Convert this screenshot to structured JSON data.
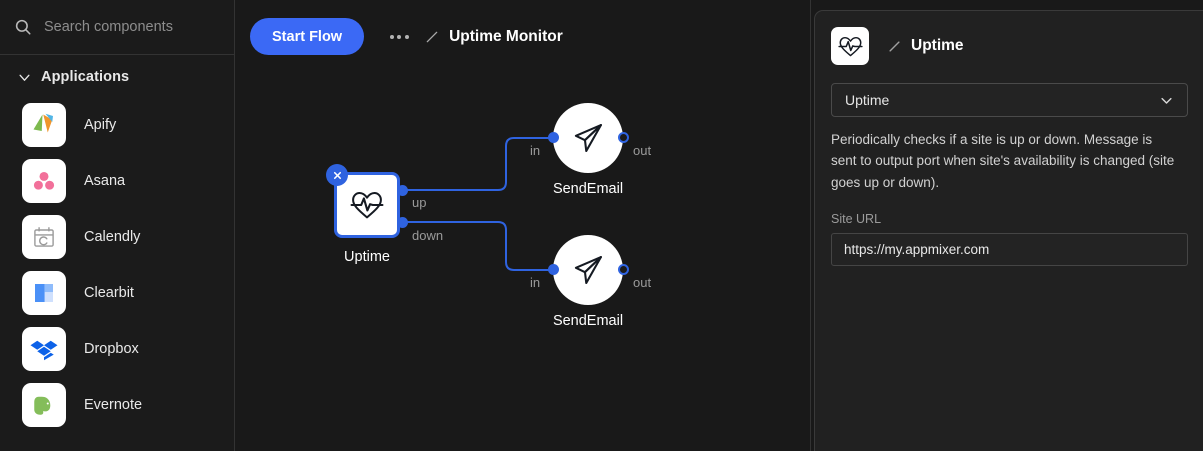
{
  "sidebar": {
    "search": {
      "placeholder": "Search components",
      "value": "",
      "icon": "search-icon"
    },
    "group": {
      "label": "Applications",
      "icon": "chevron-down-icon",
      "expanded": true
    },
    "apps": [
      {
        "name": "Apify",
        "icon": "apify-logo"
      },
      {
        "name": "Asana",
        "icon": "asana-logo"
      },
      {
        "name": "Calendly",
        "icon": "calendly-logo"
      },
      {
        "name": "Clearbit",
        "icon": "clearbit-logo"
      },
      {
        "name": "Dropbox",
        "icon": "dropbox-logo"
      },
      {
        "name": "Evernote",
        "icon": "evernote-logo"
      }
    ]
  },
  "canvas": {
    "toolbar": {
      "start_button": "Start Flow",
      "more_icon": "more-horizontal-icon",
      "edit_icon": "pencil-icon",
      "flow_title": "Uptime Monitor"
    },
    "nodes": [
      {
        "id": "uptime",
        "caption": "Uptime",
        "icon": "heart-pulse-icon",
        "selected": true,
        "close_icon": "close-icon",
        "out_ports": [
          "up",
          "down"
        ]
      },
      {
        "id": "sendemail-up",
        "caption": "SendEmail",
        "icon": "send-paper-plane-icon",
        "in_port": "in",
        "out_port": "out"
      },
      {
        "id": "sendemail-down",
        "caption": "SendEmail",
        "icon": "send-paper-plane-icon",
        "in_port": "in",
        "out_port": "out"
      }
    ]
  },
  "panel": {
    "icon": "heart-pulse-icon",
    "edit_icon": "pencil-icon",
    "title": "Uptime",
    "select": {
      "value": "Uptime",
      "chevron": "chevron-down-icon"
    },
    "description": "Periodically checks if a site is up or down. Message is sent to output port when site's availability is changed (site goes up or down).",
    "field": {
      "label": "Site URL",
      "value": "https://my.appmixer.com"
    }
  },
  "colors": {
    "accent": "#3b69f5",
    "node_border": "#2f63e0",
    "bg": "#191919",
    "sidebar_bg": "#1b1b1b",
    "panel_bg": "#212121"
  }
}
